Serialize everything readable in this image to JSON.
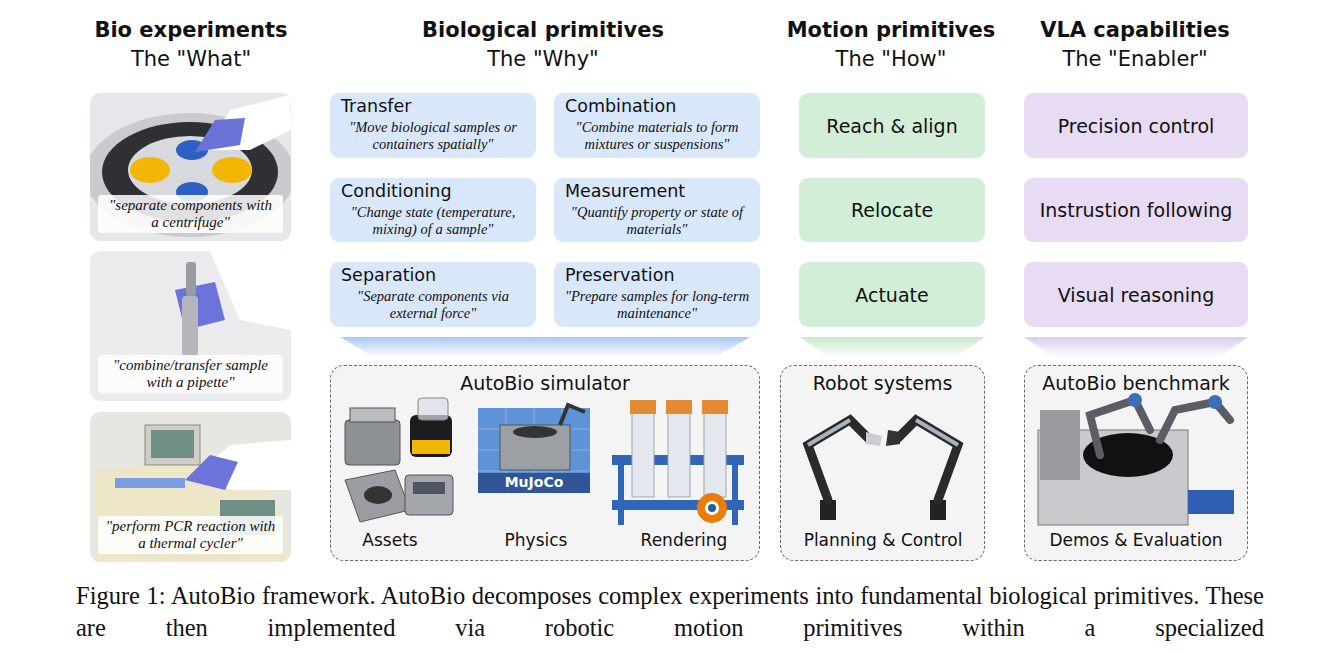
{
  "diagram": {
    "caption": "Figure 1: AutoBio framework. AutoBio decomposes complex experiments into fundamental biological primitives. These are then implemented via robotic motion primitives within a specialized",
    "nodes": [
      {
        "text": [
          "\"separate components with a centrifuge\""
        ]
      },
      {
        "text": [
          "\"combine/transfer sample with a pipette\""
        ]
      },
      {
        "text": [
          "\"perform PCR reaction with a thermal cycler\""
        ]
      },
      {
        "text": [
          "Transfer",
          "\"Move biological samples or containers spatially\""
        ]
      },
      {
        "text": [
          "Combination",
          "\"Combine materials to form mixtures or suspensions\""
        ]
      },
      {
        "text": [
          "Conditioning",
          "\"Change state (temperature, mixing) of a sample\""
        ]
      },
      {
        "text": [
          "Measurement",
          "\"Quantify property or state of materials\""
        ]
      },
      {
        "text": [
          "Separation",
          "\"Separate components via external force\""
        ]
      },
      {
        "text": [
          "Preservation",
          "\"Prepare samples for long-term maintenance\""
        ]
      },
      {
        "text": [
          "Reach & align"
        ]
      },
      {
        "text": [
          "Relocate"
        ]
      },
      {
        "text": [
          "Actuate"
        ]
      },
      {
        "text": [
          "Precision control"
        ]
      },
      {
        "text": [
          "Instrustion following"
        ]
      },
      {
        "text": [
          "Visual reasoning"
        ]
      },
      {
        "text": [
          "AutoBio simulator",
          "Assets",
          "Physics",
          "Rendering"
        ]
      },
      {
        "text": [
          "Robot systems",
          "Planning & Control"
        ]
      },
      {
        "text": [
          "AutoBio benchmark",
          "Demos & Evaluation"
        ]
      }
    ],
    "labels": [
      "Bio experiments",
      "The \"What\"",
      "Biological primitives",
      "The \"Why\"",
      "Motion primitives",
      "The \"How\"",
      "VLA capabilities",
      "The \"Enabler\"",
      "MuJoCo"
    ]
  }
}
